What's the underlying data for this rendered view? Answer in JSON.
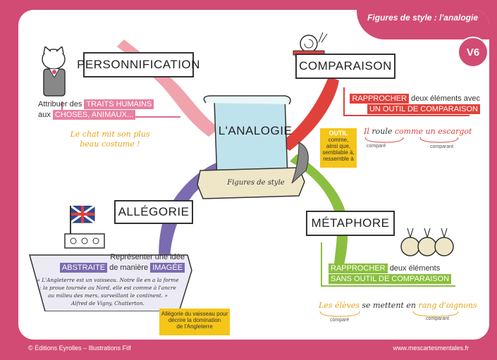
{
  "header": {
    "title": "Figures de style : l'analogie",
    "badge": "V6"
  },
  "center": {
    "title": "L'ANALOGIE",
    "ribbon": "Figures de style"
  },
  "personnification": {
    "label": "PERSONNIFICATION",
    "def_pre": "Attribuer des",
    "tag1": "TRAITS HUMAINS",
    "def_mid": "aux",
    "tag2": "CHOSES, ANIMAUX...",
    "example_line1": "Le chat mit son plus",
    "example_line2": "beau costume !"
  },
  "comparaison": {
    "label": "COMPARAISON",
    "tag1": "RAPPROCHER",
    "def_rest": "deux éléments avec",
    "tag2": "UN OUTIL DE COMPARAISON",
    "example_part1": "Il",
    "example_part2": "roule",
    "example_part3": "comme",
    "example_part4": "un escargot",
    "note_title": "OUTIL",
    "note_line1": "comme,",
    "note_line2": "ainsi que,",
    "note_line3": "semblable à,",
    "note_line4": "ressemble à",
    "compare_label": "comparé",
    "comparant_label": "comparant"
  },
  "allegorie": {
    "label": "ALLÉGORIE",
    "def_line1": "Représenter une idée",
    "tag1": "ABSTRAITE",
    "def_mid": "de manière",
    "tag2": "IMAGÉE",
    "quote_line1": "« L'Angleterre est un vaisseau. Notre île en a la forme",
    "quote_line2": ": la proue tournée au Nord, elle est comme à l'ancre",
    "quote_line3": "au milieu des mers, surveillant le continent. »",
    "quote_line4": "Alfred de Vigny, Chatterton.",
    "note_line1": "Allégorie du vaisseau pour",
    "note_line2": "décrire la domination",
    "note_line3": "de l'Angleterre"
  },
  "metaphore": {
    "label": "MÉTAPHORE",
    "tag1": "RAPPROCHER",
    "def_rest": "deux éléments",
    "tag2": "SANS OUTIL DE COMPARAISON",
    "example_part1": "Les élèves",
    "example_part2": "se mettent",
    "example_part3": "en",
    "example_part4": "rang d'oignons",
    "compare_label": "comparé",
    "comparant_label": "comparant"
  },
  "footer": {
    "left": "© Éditions Eyrolles – Illustrations Filf",
    "right": "www.mescartesmentales.fr"
  },
  "colors": {
    "pink": "#d24b75",
    "red": "#e0413b",
    "purple": "#7b6bb0",
    "green": "#8bbf3f",
    "yellow": "#f5c518",
    "orange": "#e8a317",
    "beige": "#efe6c8"
  }
}
